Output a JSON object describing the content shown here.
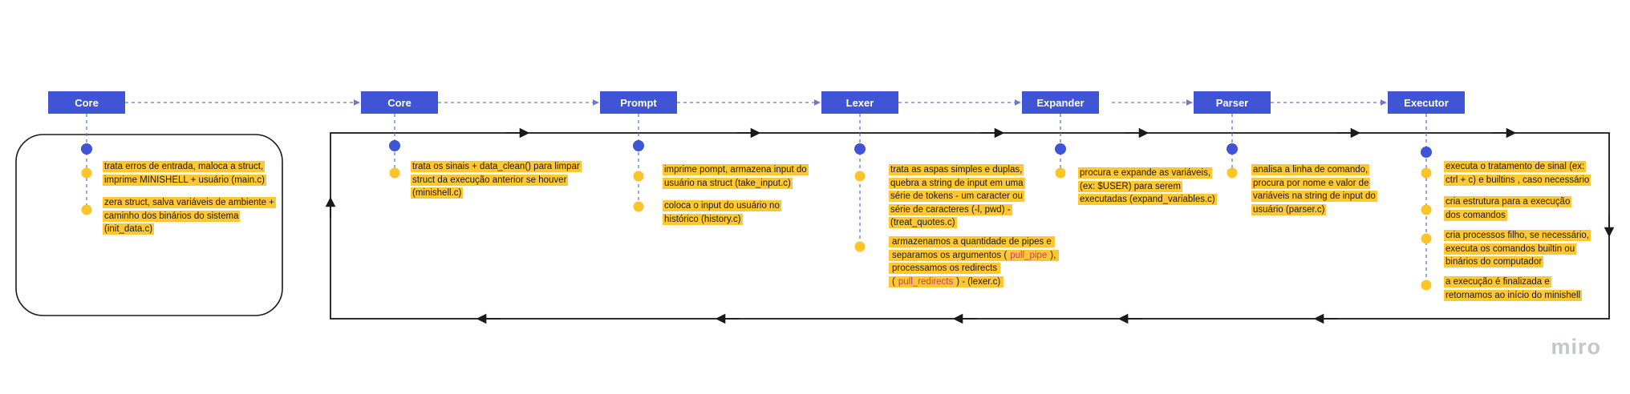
{
  "stages": [
    {
      "label": "Core"
    },
    {
      "label": "Core"
    },
    {
      "label": "Prompt"
    },
    {
      "label": "Lexer"
    },
    {
      "label": "Expander"
    },
    {
      "label": "Parser"
    },
    {
      "label": "Executor"
    }
  ],
  "notes": {
    "core1": [
      "trata erros de entrada, maloca a struct, imprime MINISHELL + usuário (main.c)",
      "zera struct, salva variáveis de ambiente + caminho dos binários do sistema (init_data.c)"
    ],
    "core2": [
      "trata os sinais + data_clean() para limpar struct da execução anterior se houver (minishell.c)"
    ],
    "prompt": [
      "imprime pompt, armazena input do usuário na struct (take_input.c)",
      "coloca o input do usuário no histórico (history.c)"
    ],
    "lexer": {
      "note1": "trata as aspas simples e duplas, quebra a string de input em uma série de tokens - um caracter ou série de caracteres (-l, pwd) - (treat_quotes.c)",
      "note2_a": "armazenamos a quantidade de pipes e separamos os argumentos (",
      "note2_fn1": "pull_pipe",
      "note2_b": "),  processamos os redirects (",
      "note2_fn2": "pull_redirects",
      "note2_c": ") -  (lexer.c)"
    },
    "expander": [
      "procura e expande as variáveis, (ex: $USER) para serem executadas  (expand_variables.c)"
    ],
    "parser": [
      "analisa a linha de comando, procura por nome e valor de variáveis na string de input do usuário (parser.c)"
    ],
    "executor": [
      "executa o tratamento de sinal (ex: ctrl + c) e builtins , caso necessário",
      "cria estrutura para a execução dos comandos",
      "cria processos filho, se necessário, executa os comandos builtin ou binários do computador",
      "a execução é finalizada e retornamos ao início do minishell"
    ]
  },
  "colors": {
    "stage_fill": "#4054d6",
    "dot_blue": "#4054d6",
    "dot_yellow": "#fbc527",
    "note_highlight": "#ffc733",
    "connector": "#6b78d6",
    "loop_line": "#1a1a1a"
  },
  "logo": "miro"
}
